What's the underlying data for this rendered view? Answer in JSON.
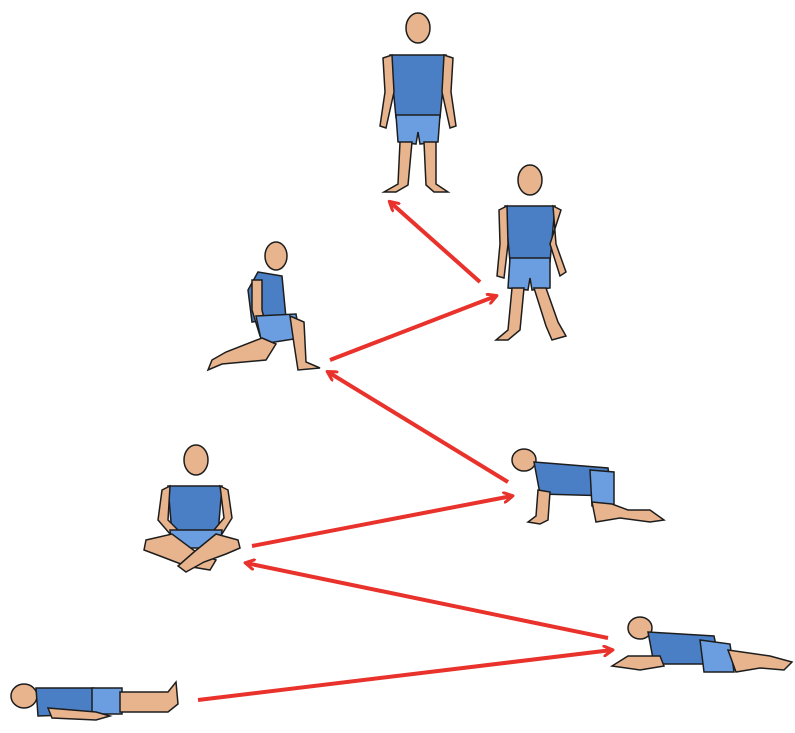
{
  "colors": {
    "arrow": "#e8322b",
    "shirt": "#4a7fc6",
    "shorts": "#6b9ee0",
    "skin": "#e8b48e",
    "outline": "#1d1d1d",
    "background": "#ffffff"
  },
  "figures": [
    {
      "id": "lying-supine",
      "pose": "lying"
    },
    {
      "id": "prone-prop",
      "pose": "prone"
    },
    {
      "id": "sitting-cross-legged",
      "pose": "sitting"
    },
    {
      "id": "hands-and-knees",
      "pose": "crawl"
    },
    {
      "id": "half-kneeling",
      "pose": "kneel"
    },
    {
      "id": "walking",
      "pose": "walk"
    },
    {
      "id": "standing",
      "pose": "stand"
    }
  ],
  "sequence": [
    [
      "lying-supine",
      "prone-prop"
    ],
    [
      "prone-prop",
      "sitting-cross-legged"
    ],
    [
      "sitting-cross-legged",
      "hands-and-knees"
    ],
    [
      "hands-and-knees",
      "half-kneeling"
    ],
    [
      "half-kneeling",
      "walking"
    ],
    [
      "walking",
      "standing"
    ]
  ]
}
